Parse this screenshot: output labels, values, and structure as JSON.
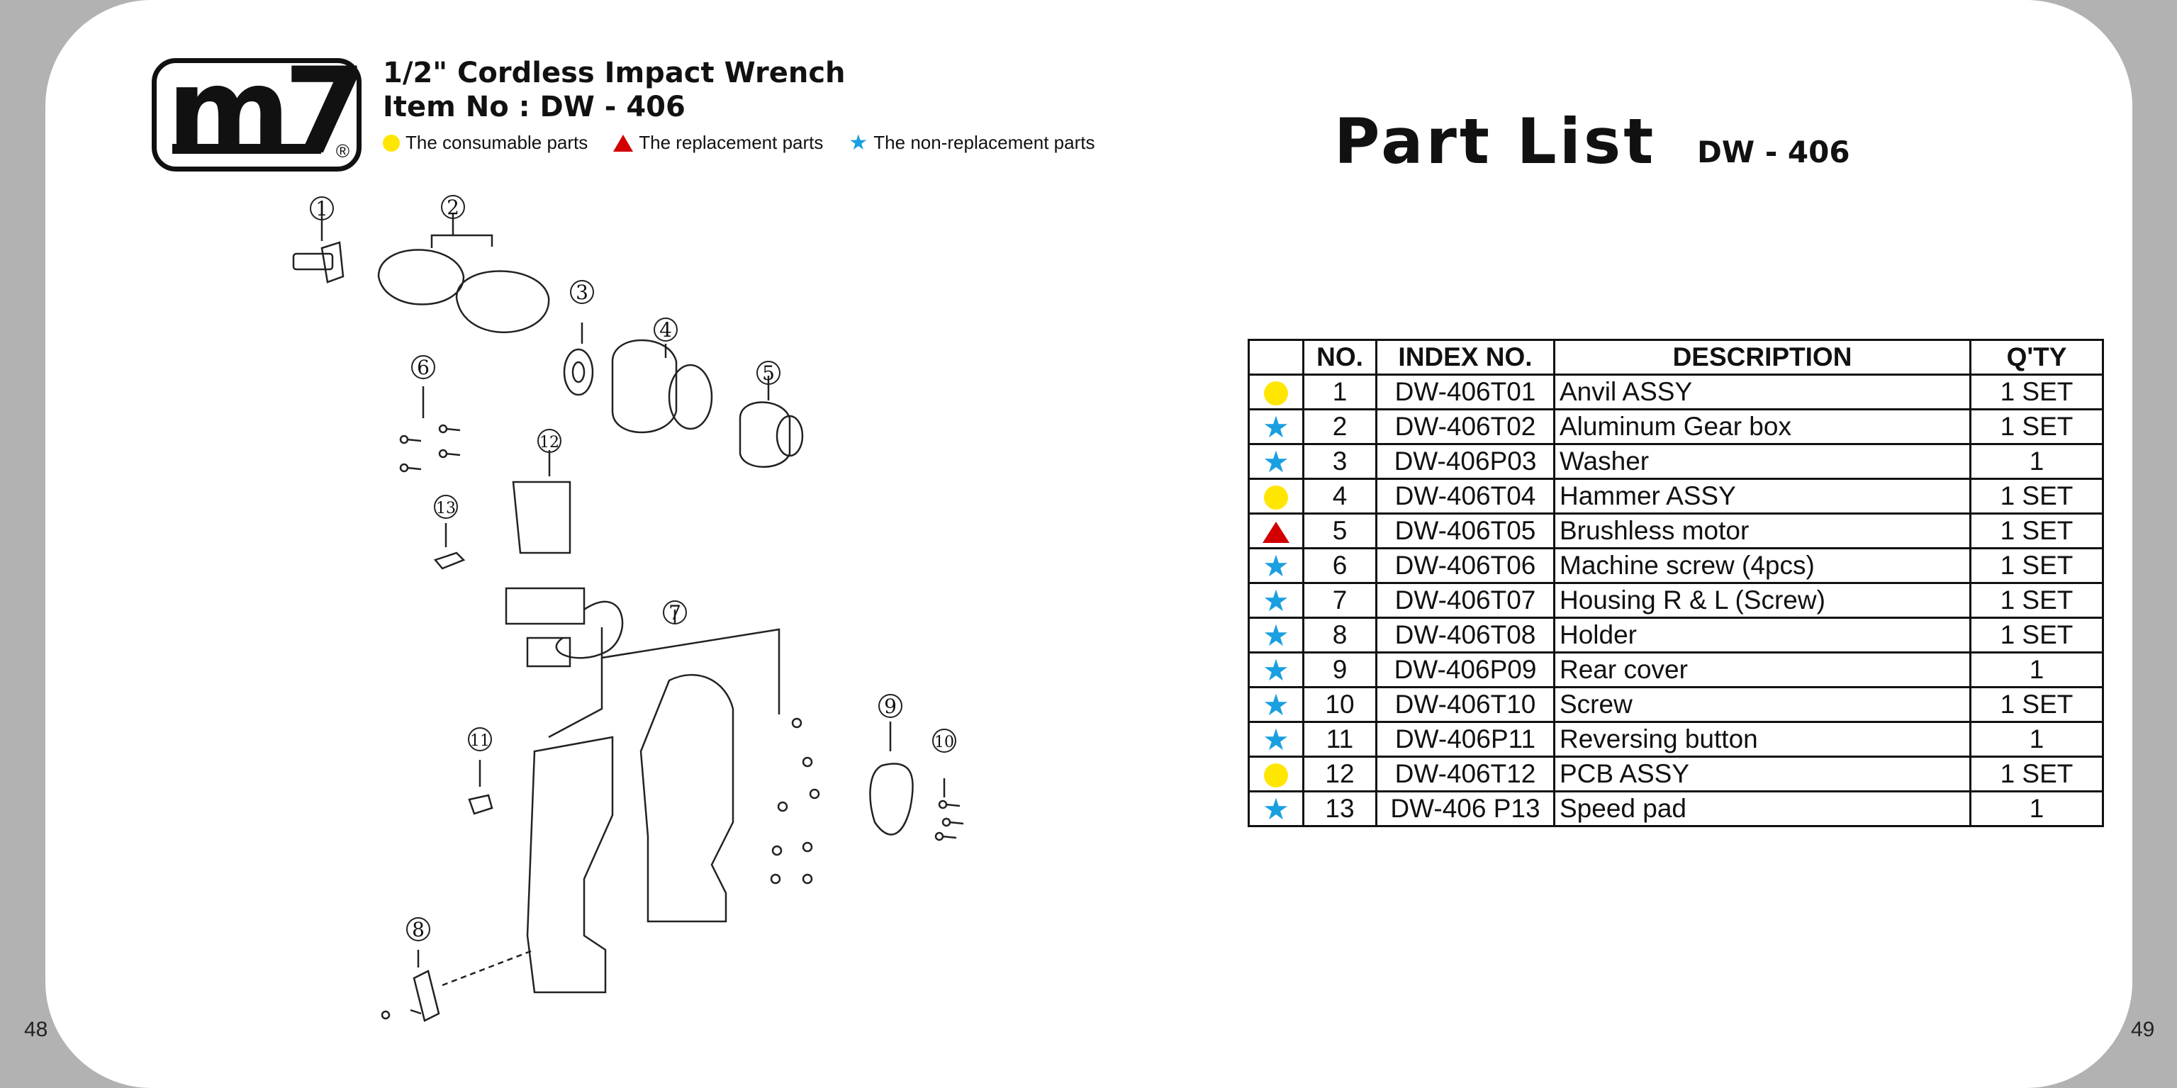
{
  "page_left": "48",
  "page_right": "49",
  "logo": {
    "text": "m7",
    "reg": "®"
  },
  "header": {
    "title": "1/2\" Cordless Impact Wrench",
    "item_no": "Item No : DW - 406"
  },
  "legend": {
    "consumable": "The consumable parts",
    "replacement": "The replacement parts",
    "non_replacement": "The non-replacement parts"
  },
  "part_list": {
    "title": "Part List",
    "model": "DW - 406"
  },
  "table": {
    "headers": {
      "mark": "",
      "no": "NO.",
      "index": "INDEX NO.",
      "description": "DESCRIPTION",
      "qty": "Q'TY"
    },
    "rows": [
      {
        "mark": "consumable",
        "no": "1",
        "index": "DW-406T01",
        "description": "Anvil ASSY",
        "qty": "1 SET"
      },
      {
        "mark": "non-replacement",
        "no": "2",
        "index": "DW-406T02",
        "description": "Aluminum Gear box",
        "qty": "1 SET"
      },
      {
        "mark": "non-replacement",
        "no": "3",
        "index": "DW-406P03",
        "description": "Washer",
        "qty": "1"
      },
      {
        "mark": "consumable",
        "no": "4",
        "index": "DW-406T04",
        "description": "Hammer ASSY",
        "qty": "1 SET"
      },
      {
        "mark": "replacement",
        "no": "5",
        "index": "DW-406T05",
        "description": "Brushless motor",
        "qty": "1 SET"
      },
      {
        "mark": "non-replacement",
        "no": "6",
        "index": "DW-406T06",
        "description": "Machine screw (4pcs)",
        "qty": "1 SET"
      },
      {
        "mark": "non-replacement",
        "no": "7",
        "index": "DW-406T07",
        "description": "Housing R & L (Screw)",
        "qty": "1 SET"
      },
      {
        "mark": "non-replacement",
        "no": "8",
        "index": "DW-406T08",
        "description": "Holder",
        "qty": "1 SET"
      },
      {
        "mark": "non-replacement",
        "no": "9",
        "index": "DW-406P09",
        "description": "Rear cover",
        "qty": "1"
      },
      {
        "mark": "non-replacement",
        "no": "10",
        "index": "DW-406T10",
        "description": "Screw",
        "qty": "1 SET"
      },
      {
        "mark": "non-replacement",
        "no": "11",
        "index": "DW-406P11",
        "description": "Reversing button",
        "qty": "1"
      },
      {
        "mark": "consumable",
        "no": "12",
        "index": "DW-406T12",
        "description": "PCB ASSY",
        "qty": "1 SET"
      },
      {
        "mark": "non-replacement",
        "no": "13",
        "index": "DW-406 P13",
        "description": "Speed pad",
        "qty": "1"
      }
    ]
  },
  "diagram": {
    "callouts": [
      "1",
      "2",
      "3",
      "4",
      "5",
      "6",
      "7",
      "8",
      "9",
      "10",
      "11",
      "12",
      "13"
    ]
  },
  "colors": {
    "consumable": "#ffe600",
    "replacement": "#d20000",
    "non_replacement": "#1a9fe0"
  }
}
